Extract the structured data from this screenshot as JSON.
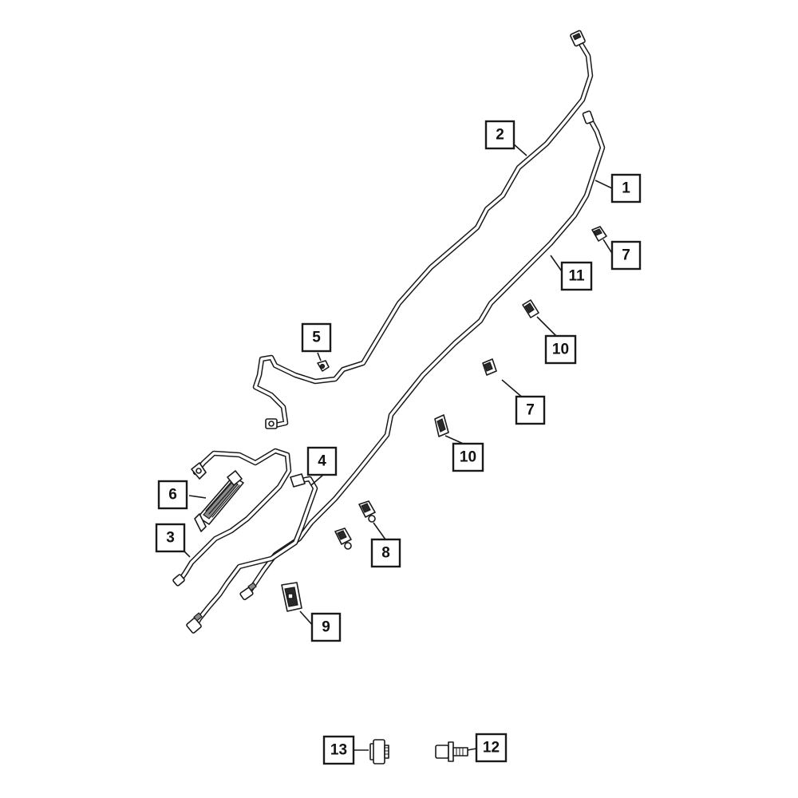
{
  "callouts": {
    "c1": "1",
    "c2": "2",
    "c3": "3",
    "c4": "4",
    "c5": "5",
    "c6": "6",
    "c7a": "7",
    "c7b": "7",
    "c8": "8",
    "c9": "9",
    "c10a": "10",
    "c10b": "10",
    "c11": "11",
    "c12": "12",
    "c13": "13"
  }
}
